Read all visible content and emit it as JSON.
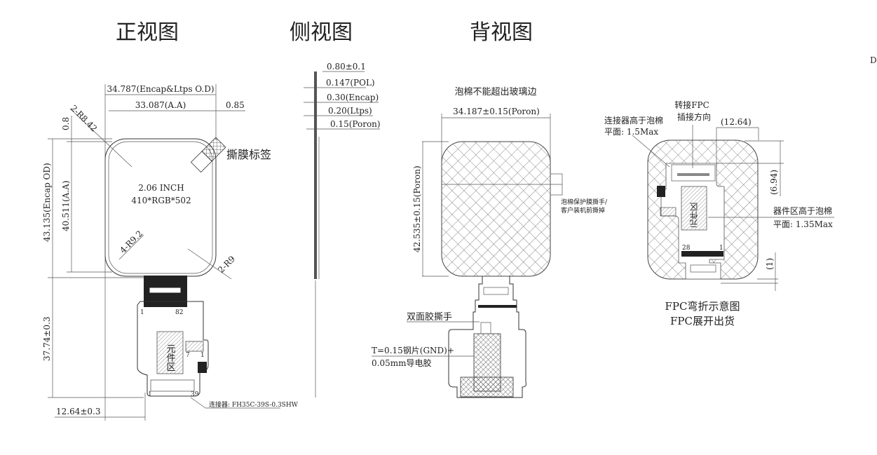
{
  "titles": {
    "front": "正视图",
    "side": "侧视图",
    "back": "背视图",
    "corner_mark": "D"
  },
  "front": {
    "dim_encap_ltps_od": "34.787(Encap&Ltps O.D)",
    "dim_aa_width": "33.087(A.A)",
    "dim_offset": "0.85",
    "dim_top": "0.8",
    "radius_tl": "2-R8.42",
    "radius_inner": "4-R9.2",
    "radius_br": "2-R9",
    "peel_label": "撕膜标签",
    "size": "2.06 INCH",
    "resolution": "410*RGB*502",
    "dim_encap_od_height": "43.135(Encap OD)",
    "dim_aa_height": "40.511(A.A)",
    "dim_fpc_length": "37.74±0.3",
    "dim_fpc_offset": "12.64±0.3",
    "component_area": "元件区",
    "pin_1": "1",
    "pin_82": "82",
    "pin_7": "7",
    "pin_1b": "1",
    "pin_1c": "1",
    "pin_39": "39",
    "connector": "连接器: FH35C-39S-0.3SHW"
  },
  "side": {
    "layers": [
      "0.80±0.1",
      "0.147(POL)",
      "0.30(Encap)",
      "0.20(Ltps)",
      "0.15(Poron)"
    ]
  },
  "back": {
    "foam_note": "泡棉不能超出玻璃边",
    "dim_poron_width": "34.187±0.15(Poron)",
    "dim_poron_height": "42.535±0.15(Poron)",
    "foam_film_note_1": "泡棉保护膜撕手/",
    "foam_film_note_2": "客户装机前撕掉",
    "tape_tab": "双面胶撕手",
    "steel_note_1": "T=0.15钢片(GND)+",
    "steel_note_2": "0.05mm导电胶"
  },
  "bent": {
    "insert_dir_1": "转接FPC",
    "insert_dir_2": "插接方向",
    "connector_note_1": "连接器高于泡棉",
    "connector_note_2": "平面: 1.5Max",
    "dim_width": "(12.64)",
    "dim_height": "(6.94)",
    "component_note_1": "器件区高于泡棉",
    "component_note_2": "平面: 1.35Max",
    "dim_bottom": "(1)",
    "component_area": "元件区",
    "pin_28": "28",
    "pin_1": "1",
    "caption_1": "FPC弯折示意图",
    "caption_2": "FPC展开出货"
  }
}
